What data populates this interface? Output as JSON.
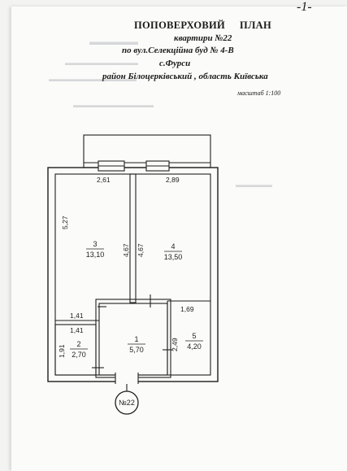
{
  "page_number": "-1-",
  "header": {
    "title_left": "ПОПОВЕРХОВИЙ",
    "title_right": "ПЛАН",
    "line_apartment": "квартири №22",
    "line_street": "по вул.Селекційна буд № 4-В",
    "line_village": "с.Фурси",
    "line_region": "район Білоцерківський , область  Київська",
    "scale": "масштаб 1:100"
  },
  "dimensions": {
    "top_left": "2,61",
    "top_right": "2,89",
    "left_wall": "5,27",
    "mid_left": "4,67",
    "mid_right": "4,67",
    "hall_top": "1,41",
    "wc_top": "1,41",
    "wc_left": "1,91",
    "bath_top": "1,69",
    "bath_left": "2,49"
  },
  "rooms": [
    {
      "number": "3",
      "area": "13,10"
    },
    {
      "number": "4",
      "area": "13,50"
    },
    {
      "number": "2",
      "area": "2,70"
    },
    {
      "number": "1",
      "area": "5,70"
    },
    {
      "number": "5",
      "area": "4,20"
    }
  ],
  "marker": "№22"
}
